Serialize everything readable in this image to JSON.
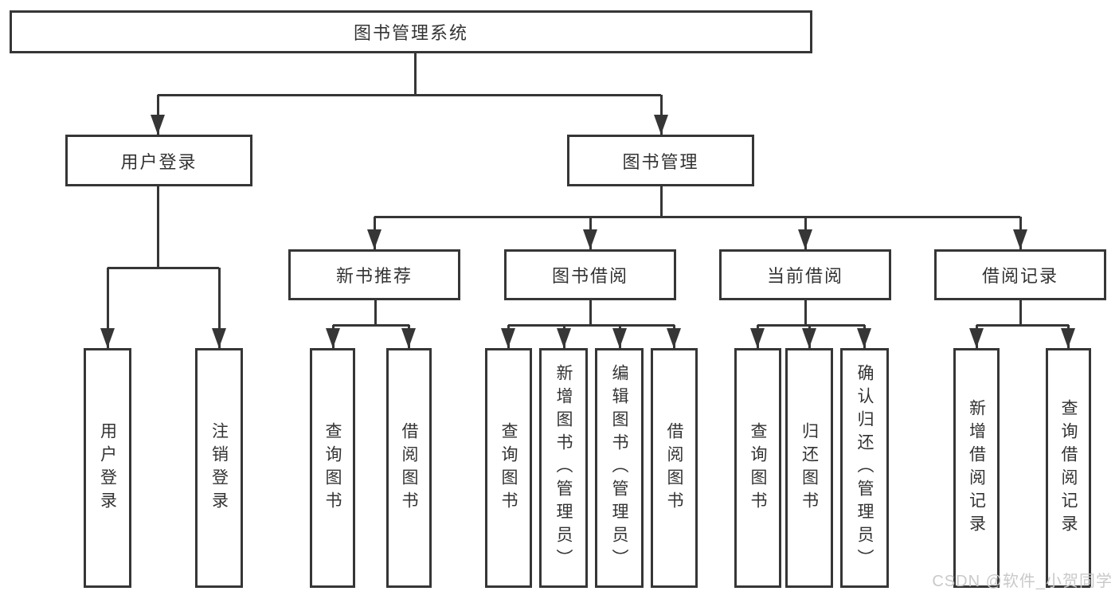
{
  "colors": {
    "line": "#363636",
    "text": "#333333",
    "background": "#ffffff",
    "watermark": "#c9c9c9"
  },
  "tree": {
    "root": "图书管理系统",
    "user_branch": {
      "label": "用户登录",
      "children": [
        "用户登录",
        "注销登录"
      ]
    },
    "mgmt_branch": {
      "label": "图书管理",
      "groups": [
        {
          "label": "新书推荐",
          "children": [
            "查询图书",
            "借阅图书"
          ]
        },
        {
          "label": "图书借阅",
          "children": [
            "查询图书",
            "新增图书（管理员）",
            "编辑图书（管理员）",
            "借阅图书"
          ]
        },
        {
          "label": "当前借阅",
          "children": [
            "查询图书",
            "归还图书",
            "确认归还（管理员）"
          ]
        },
        {
          "label": "借阅记录",
          "children": [
            "新增借阅记录",
            "查询借阅记录"
          ]
        }
      ]
    }
  },
  "watermark": "CSDN @软件_小贺同学"
}
